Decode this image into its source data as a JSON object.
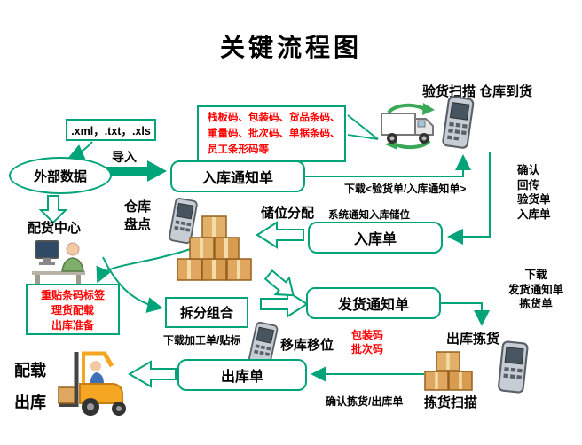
{
  "title": "关键流程图",
  "colors": {
    "accent": "#00a478",
    "warning_text": "#ff0000",
    "text": "#000000",
    "carton": "#dca96a"
  },
  "labels": {
    "top_right": "验货扫描 仓库到货",
    "barcode_lines": [
      "栈板码、包装码、货品条码、",
      "重量码、批次码、单据条码、",
      "员工条形码等"
    ],
    "file_types": ".xml，.txt，.xls",
    "import": "导入",
    "external_data": "外部数据",
    "inbound_notice": "入库通知单",
    "download_inbound": "下载<验货单/入库通知单>",
    "confirm_lines": [
      "确认",
      "回传",
      "验货单",
      "入库单"
    ],
    "distribution_center": "配货中心",
    "inventory_lines": [
      "仓库",
      "盘点"
    ],
    "storage_allocation": "储位分配",
    "system_notice": "系统通知入库储位",
    "inbound_order": "入库单",
    "relabel_lines": [
      "重贴条码标签",
      "理货配载",
      "出库准备"
    ],
    "split_combine": "拆分组合",
    "shipping_notice": "发货通知单",
    "download_ship_lines": [
      "下载",
      "发货通知单",
      "拣货单"
    ],
    "download_processing": "下载加工单/贴标",
    "move_relocate": "移库移位",
    "package_batch_lines": [
      "包装码",
      "批次码"
    ],
    "outbound_picking": "出库拣货",
    "outbound_order": "出库单",
    "confirm_picking": "确认拣货/出库单",
    "picking_scan": "拣货扫描",
    "loading_lines": [
      "配载",
      "出库"
    ]
  }
}
